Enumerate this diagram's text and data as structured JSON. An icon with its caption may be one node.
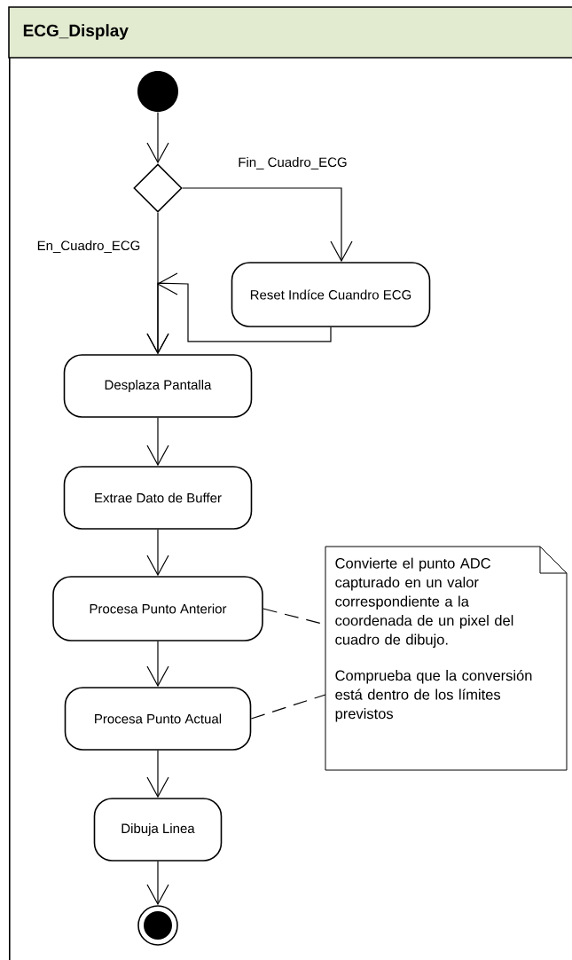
{
  "diagram": {
    "nodes": [
      {
        "text": [
          "ECG_Display"
        ]
      },
      {
        "text": [],
        "shape": "circle",
        "in": 0
      },
      {
        "text": [],
        "shape": "diamond",
        "in": 0
      },
      {
        "text": [
          "Reset Indíce Cuandro ECG"
        ],
        "in": 0
      },
      {
        "text": [
          "Desplaza Pantalla"
        ],
        "in": 0
      },
      {
        "text": [
          "Extrae Dato de Buffer"
        ],
        "in": 0
      },
      {
        "text": [
          "Procesa Punto Anterior"
        ],
        "in": 0
      },
      {
        "text": [
          "Procesa Punto Actual"
        ],
        "in": 0
      },
      {
        "text": [
          "Dibuja Linea"
        ],
        "in": 0
      },
      {
        "text": [],
        "shape": "circle",
        "in": 0
      },
      {
        "text": [
          "Convierte el punto ADC capturado en un valor correspondiente a la coordenada de un pixel del cuadro de dibujo.",
          "Comprueba que la conversión está dentro de los límites previstos"
        ],
        "in": 0
      }
    ],
    "edges": [
      {
        "from": 1,
        "to": 2,
        "arrow": "to"
      },
      {
        "from": 2,
        "to": 3,
        "arrow": "to",
        "label": "Fin_ Cuadro_ECG"
      },
      {
        "from": 2,
        "to": 4,
        "arrow": "to",
        "label": "En_Cuadro_ECG"
      },
      {
        "from": 3,
        "to": 4,
        "arrow": "to"
      },
      {
        "from": 4,
        "to": 5,
        "arrow": "to"
      },
      {
        "from": 5,
        "to": 6,
        "arrow": "to"
      },
      {
        "from": 6,
        "to": 7,
        "arrow": "to"
      },
      {
        "from": 7,
        "to": 8,
        "arrow": "to"
      },
      {
        "from": 8,
        "to": 9,
        "arrow": "to"
      },
      {
        "from": 6,
        "to": 10,
        "arrow": "none",
        "style": "dashed"
      },
      {
        "from": 7,
        "to": 10,
        "arrow": "none",
        "style": "dashed"
      }
    ]
  }
}
